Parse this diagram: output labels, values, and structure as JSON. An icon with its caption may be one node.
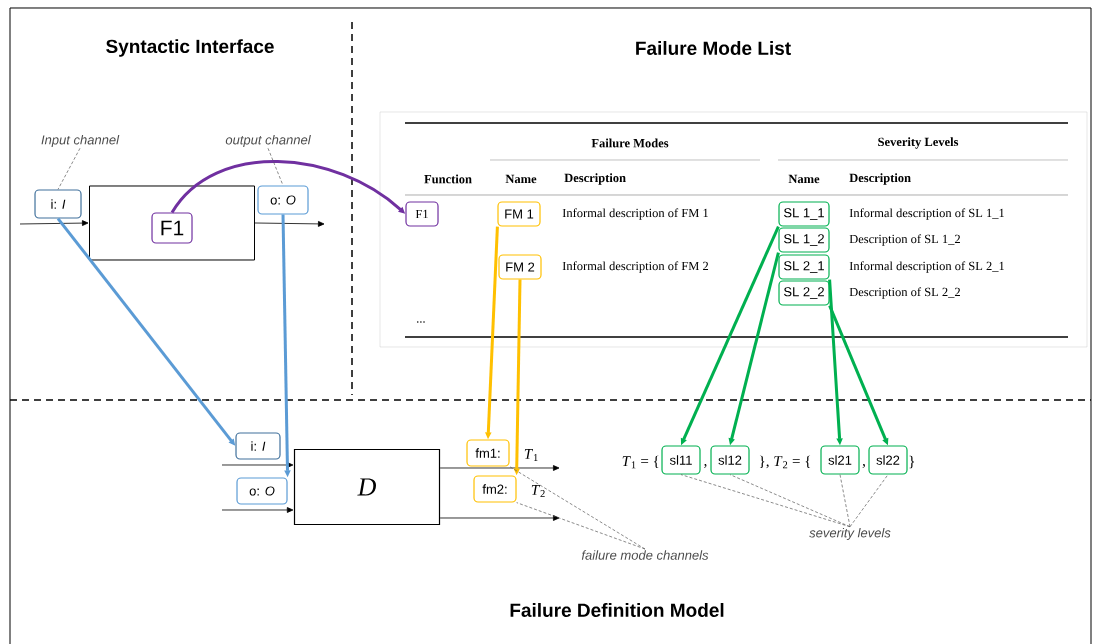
{
  "diagram": {
    "nodes": [
      {
        "text": [],
        "shape": "box"
      },
      {
        "text": [
          "F1"
        ],
        "in": 0
      },
      {
        "text": [
          "i: *I*"
        ]
      },
      {
        "text": [
          "o: *O*"
        ]
      },
      {
        "text": [
          "Input channel"
        ]
      },
      {
        "text": [
          "output channel"
        ]
      },
      {
        "text": [
          "F1"
        ]
      },
      {
        "text": [
          "FM 1"
        ]
      },
      {
        "text": [
          "FM 2"
        ]
      },
      {
        "text": [
          "SL 1_1"
        ]
      },
      {
        "text": [
          "SL 1_2"
        ]
      },
      {
        "text": [
          "SL 2_1"
        ]
      },
      {
        "text": [
          "SL 2_2"
        ]
      },
      {
        "text": [
          "*D*"
        ]
      },
      {
        "text": [
          "i: *I*"
        ]
      },
      {
        "text": [
          "o: *O*"
        ]
      },
      {
        "text": [
          "fm1:"
        ],
        "beside": [
          "*T*$_{1}$"
        ]
      },
      {
        "text": [
          "fm2:"
        ],
        "beside": [
          "*T*$_{2}$"
        ]
      },
      {
        "text": [
          "sl11"
        ]
      },
      {
        "text": [
          "sl12"
        ]
      },
      {
        "text": [
          "sl21"
        ]
      },
      {
        "text": [
          "sl22"
        ]
      },
      {
        "text": [
          "failure mode channels"
        ]
      },
      {
        "text": [
          "severity levels"
        ]
      }
    ],
    "edges": [
      {
        "from": null,
        "to": 0,
        "arrow": "to"
      },
      {
        "from": 0,
        "to": null,
        "arrow": "to"
      },
      {
        "from": null,
        "to": 13,
        "arrow": "to"
      },
      {
        "from": null,
        "to": 13,
        "arrow": "to"
      },
      {
        "from": 13,
        "to": null,
        "arrow": "to"
      },
      {
        "from": 13,
        "to": null,
        "arrow": "to"
      },
      {
        "from": 1,
        "to": 6,
        "arrow": "to",
        "style": "thick",
        "color": "#7030a0"
      },
      {
        "from": 2,
        "to": 14,
        "arrow": "to",
        "style": "thick",
        "color": "#5b9bd5"
      },
      {
        "from": 3,
        "to": 15,
        "arrow": "to",
        "style": "thick",
        "color": "#5b9bd5"
      },
      {
        "from": 7,
        "to": 16,
        "arrow": "to",
        "style": "thick",
        "color": "#ffc000"
      },
      {
        "from": 8,
        "to": 17,
        "arrow": "to",
        "style": "thick",
        "color": "#ffc000"
      },
      {
        "from": 9,
        "to": 18,
        "arrow": "to",
        "style": "thick",
        "color": "#00b050"
      },
      {
        "from": 10,
        "to": 19,
        "arrow": "to",
        "style": "thick",
        "color": "#00b050"
      },
      {
        "from": 11,
        "to": 20,
        "arrow": "to",
        "style": "thick",
        "color": "#00b050"
      },
      {
        "from": 12,
        "to": 21,
        "arrow": "to",
        "style": "thick",
        "color": "#00b050"
      },
      {
        "from": 4,
        "to": 2,
        "arrow": "none",
        "style": "dashed",
        "color": "#595959"
      },
      {
        "from": 5,
        "to": 3,
        "arrow": "none",
        "style": "dashed",
        "color": "#595959"
      },
      {
        "from": 22,
        "to": 16,
        "arrow": "none",
        "style": "dashed",
        "color": "#595959"
      },
      {
        "from": 22,
        "to": 17,
        "arrow": "none",
        "style": "dashed",
        "color": "#595959"
      },
      {
        "from": 23,
        "to": 18,
        "arrow": "none",
        "style": "dashed",
        "color": "#595959"
      },
      {
        "from": 23,
        "to": 19,
        "arrow": "none",
        "style": "dashed",
        "color": "#595959"
      },
      {
        "from": 23,
        "to": 20,
        "arrow": "none",
        "style": "dashed",
        "color": "#595959"
      },
      {
        "from": 23,
        "to": 21,
        "arrow": "none",
        "style": "dashed",
        "color": "#595959"
      }
    ],
    "labels": [
      "Syntactic Interface",
      "Failure Mode List",
      "Failure Modes",
      "Severity Levels",
      "Function",
      "Name",
      "Description",
      "Name",
      "Description",
      "Informal description of FM 1",
      "Informal description of SL 1_1",
      "Description of SL 1_2",
      "Informal description of FM 2",
      "Informal description of SL 2_1",
      "Description of SL 2_2",
      "...",
      "*T*$_{1}$ = {",
      ",",
      "}, *T*$_{2}$ = {",
      ",",
      "}",
      "Failure Definition Model"
    ]
  }
}
